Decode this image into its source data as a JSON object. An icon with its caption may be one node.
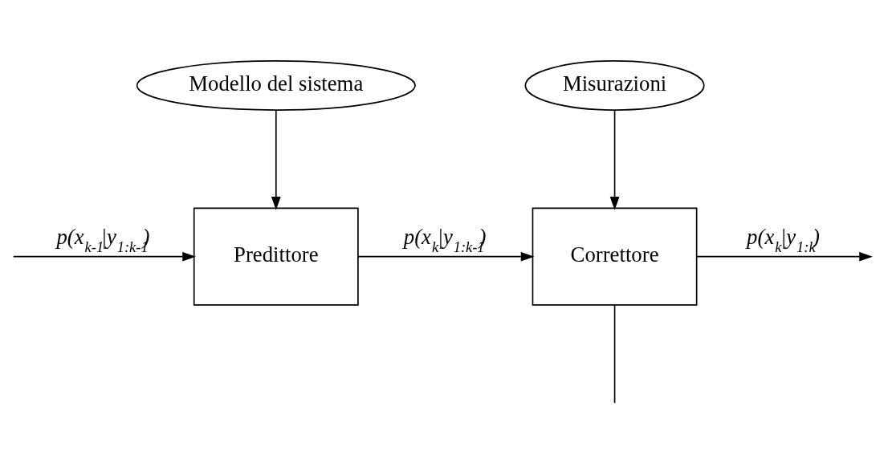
{
  "diagram": {
    "nodes": [
      {
        "text": [
          "Modello del sistema"
        ]
      },
      {
        "text": [
          "Misurazioni"
        ]
      },
      {
        "text": [
          "Predittore"
        ]
      },
      {
        "text": [
          "Correttore"
        ]
      }
    ],
    "edges": [
      {
        "from": 0,
        "to": 2,
        "arrow": "to"
      },
      {
        "from": 1,
        "to": 3,
        "arrow": "to"
      },
      {
        "from": null,
        "to": 2,
        "arrow": "to",
        "label": "p(x$_{k-1}$|y$_{1:k-1}$)"
      },
      {
        "from": 2,
        "to": 3,
        "arrow": "to",
        "label": "p(x$_{k}$|y$_{1:k-1}$)"
      },
      {
        "from": 3,
        "to": null,
        "arrow": "to",
        "label": "p(x$_{k}$|y$_{1:k}$)"
      },
      {
        "from": 3,
        "to": null,
        "arrow": "none"
      }
    ]
  }
}
